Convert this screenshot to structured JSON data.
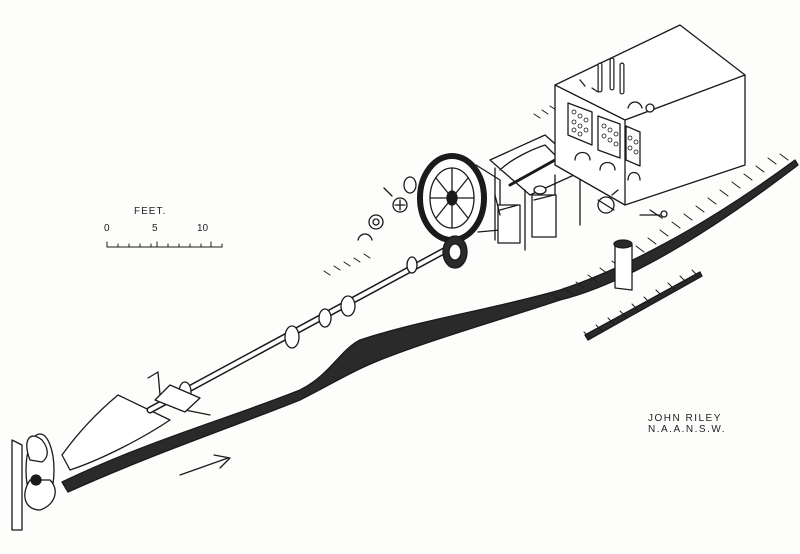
{
  "scale": {
    "title": "FEET.",
    "ticks": [
      "0",
      "5",
      "10"
    ]
  },
  "signature": "JOHN RILEY N.A.A.N.S.W.",
  "colors": {
    "ink": "#1a1a1a",
    "paper": "#fdfdfc",
    "fill": "#2a2a2a"
  }
}
